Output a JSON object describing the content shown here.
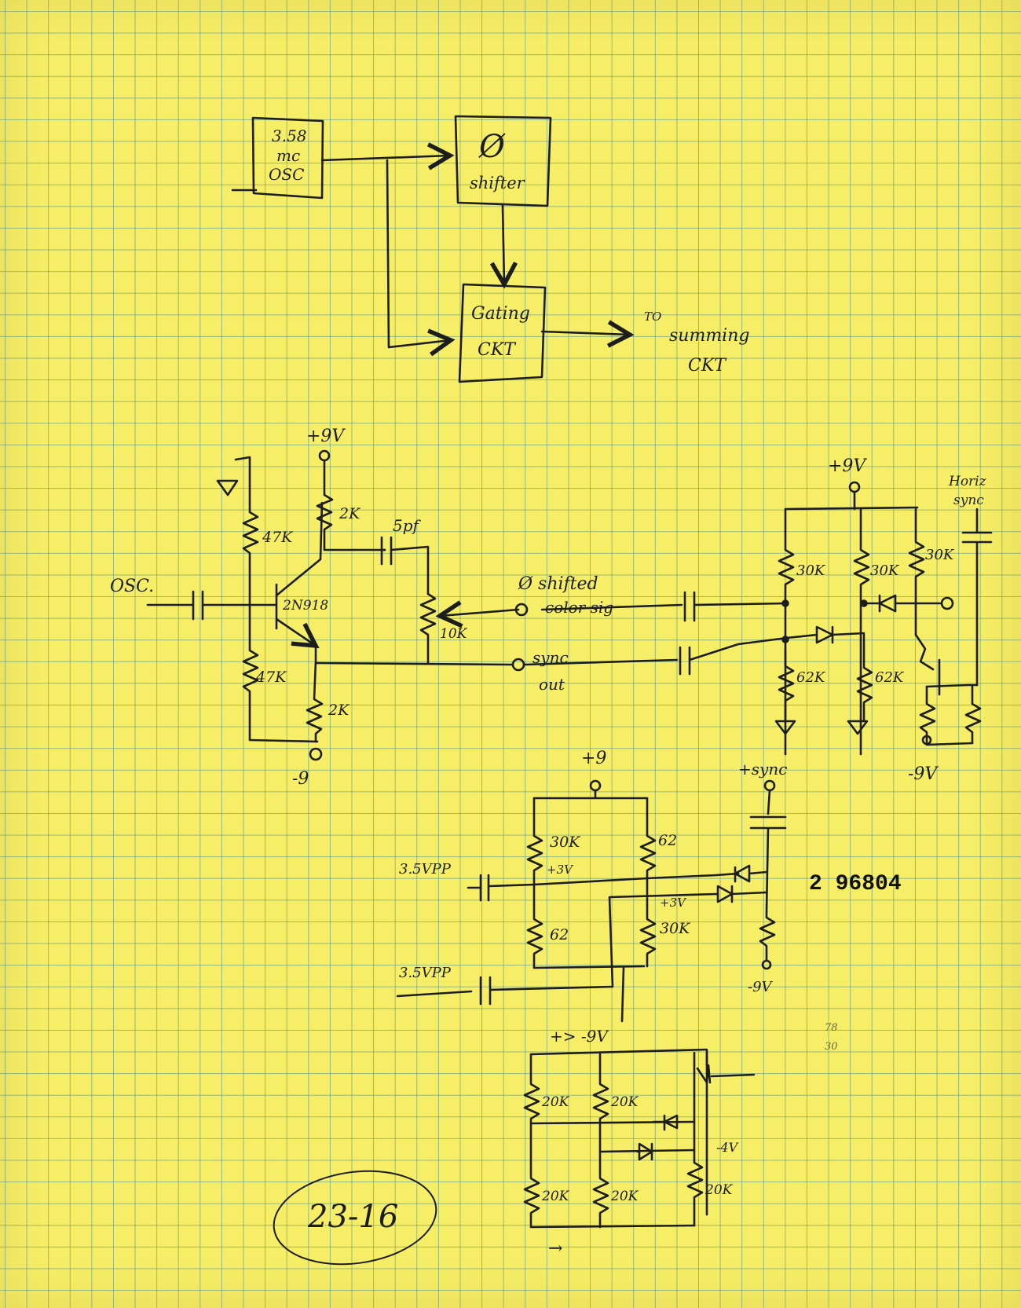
{
  "block_diagram": {
    "oscillator": [
      "3.58",
      "mc",
      "OSC"
    ],
    "phase_shifter": [
      "Ø",
      "shifter"
    ],
    "gating_circuit": [
      "Gating",
      "CKT"
    ],
    "output_label": [
      "TO",
      "summing",
      "CKT"
    ]
  },
  "oscillator_circuit": {
    "supply_plus": "+9V",
    "supply_minus": "-9",
    "input": "OSC.",
    "transistor": "2N918",
    "r_bias_top": "47K",
    "r_bias_bottom": "47K",
    "r_collector": "2K",
    "r_emitter": "2K",
    "cap": "5pf",
    "pot": "10K",
    "phase_in": "Ø shifted",
    "phase_in_2": "color sig",
    "sync_out": "sync",
    "sync_out_2": "out"
  },
  "gate_circuit": {
    "supply_plus": "+9V",
    "supply_minus": "-9V",
    "horiz_sync": [
      "Horiz",
      "sync"
    ],
    "r_top_1": "30K",
    "r_top_2": "30K",
    "r_top_3": "30K",
    "r_bot_1": "62K",
    "r_bot_2": "62K"
  },
  "lower_circuit": {
    "supply_plus": "+9",
    "sync_plus": "+sync",
    "input_1": "3.5VPP",
    "input_2": "3.5VPP",
    "r_30k": "30K",
    "r_62_top": "62",
    "r_62_bot": "62",
    "r_30k_2": "30K",
    "level_1": "+3V",
    "level_2": "+3V",
    "supply_minus": "-9V",
    "stamp": "2 96804"
  },
  "bottom_circuit": {
    "supplies": "+>   -9V",
    "r1": "20K",
    "r2": "20K",
    "r3": "20K",
    "r4": "20K",
    "r5": "20K",
    "level": "-4V",
    "margin_notes": [
      "78",
      "30"
    ],
    "arrow": "→"
  },
  "page_id": "23-16"
}
